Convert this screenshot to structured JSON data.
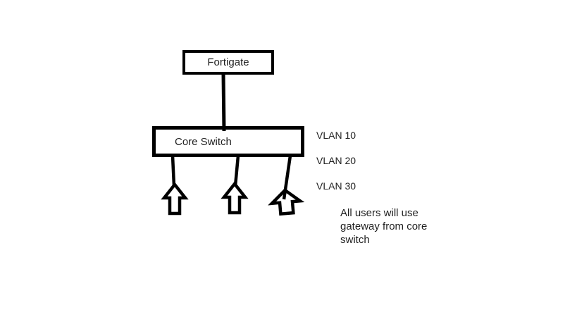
{
  "diagram": {
    "nodes": {
      "fortigate": {
        "label": "Fortigate"
      },
      "core_switch": {
        "label": "Core Switch"
      }
    },
    "vlan_labels": [
      "VLAN 10",
      "VLAN 20",
      "VLAN 30"
    ],
    "note": "All users will use gateway from core switch",
    "colors": {
      "background": "#ffffff",
      "stroke": "#000000",
      "text": "#1f1f1f"
    },
    "arrow_icon": "up-arrow-icon",
    "arrow_count": 3
  }
}
